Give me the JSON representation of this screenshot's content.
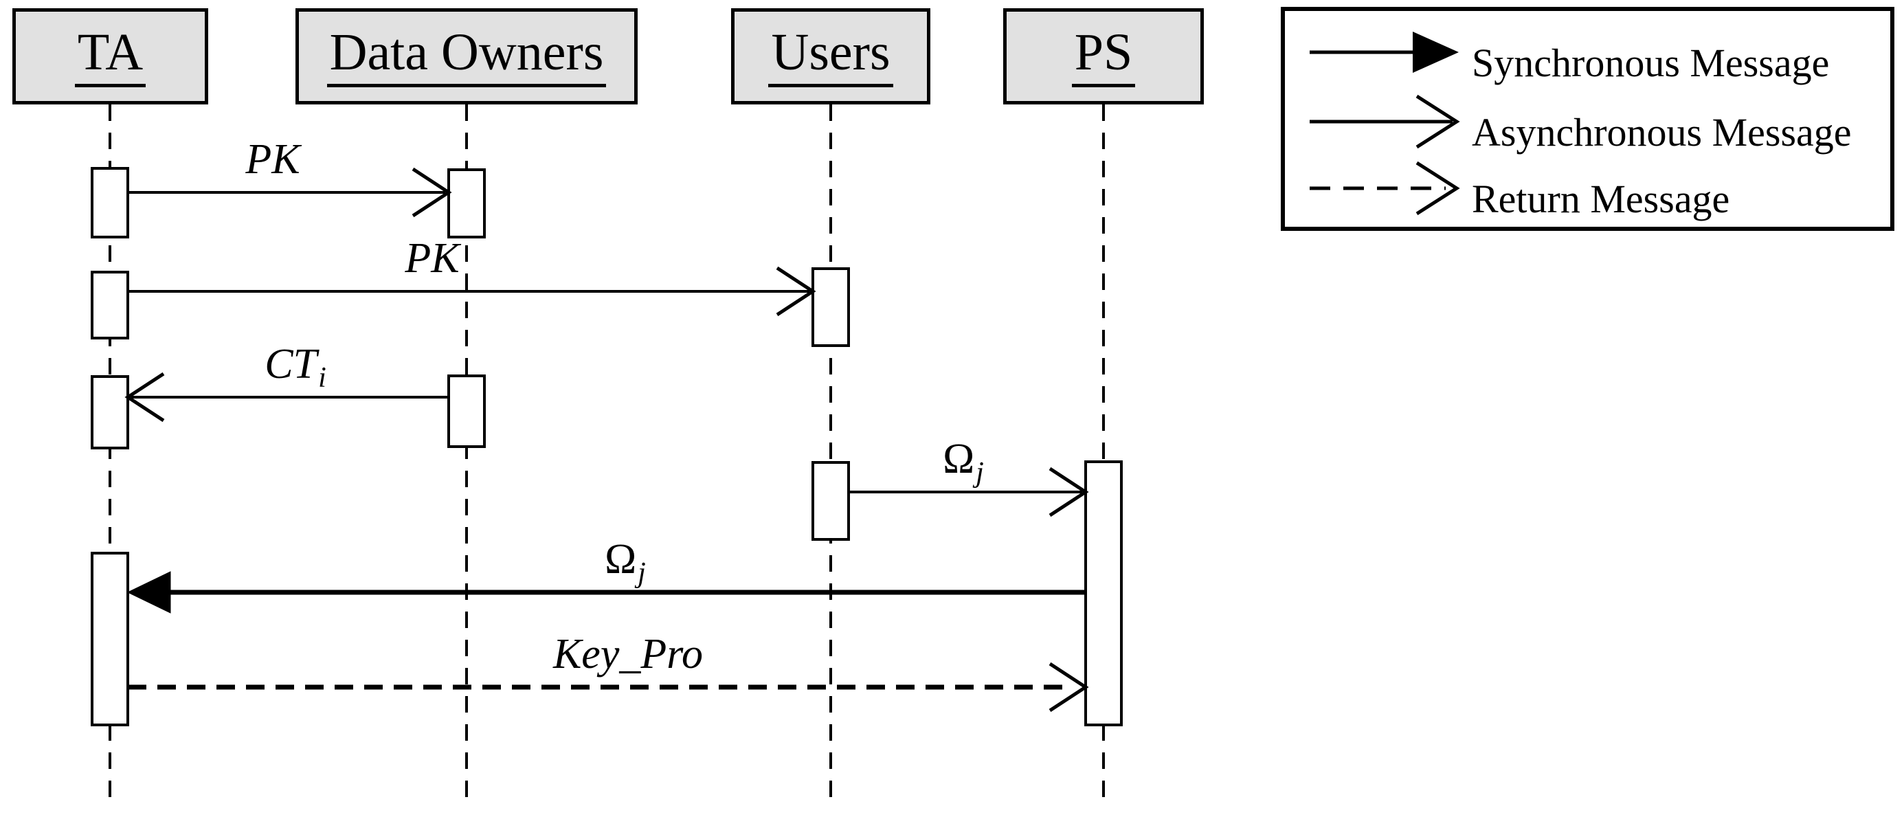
{
  "actors": [
    {
      "id": "ta",
      "label": "TA"
    },
    {
      "id": "data-owners",
      "label": "Data Owners"
    },
    {
      "id": "users",
      "label": "Users"
    },
    {
      "id": "ps",
      "label": "PS"
    }
  ],
  "messages": [
    {
      "label": "PK",
      "sub": "",
      "from": "TA",
      "to": "Data Owners",
      "kind": "asynchronous"
    },
    {
      "label": "PK",
      "sub": "",
      "from": "TA",
      "to": "Users",
      "kind": "asynchronous"
    },
    {
      "label": "CT",
      "sub": "i",
      "from": "Data Owners",
      "to": "TA",
      "kind": "asynchronous"
    },
    {
      "label": "Ω",
      "sub": "j",
      "from": "Users",
      "to": "PS",
      "kind": "asynchronous"
    },
    {
      "label": "Ω",
      "sub": "j",
      "from": "PS",
      "to": "TA",
      "kind": "synchronous"
    },
    {
      "label": "Key_Pro",
      "sub": "",
      "from": "TA",
      "to": "PS",
      "kind": "return"
    }
  ],
  "legend": {
    "items": [
      {
        "label": "Synchronous Message",
        "line": "solid",
        "arrowhead": "filled"
      },
      {
        "label": "Asynchronous Message",
        "line": "solid",
        "arrowhead": "open"
      },
      {
        "label": "Return Message",
        "line": "dashed",
        "arrowhead": "open"
      }
    ]
  },
  "colors": {
    "background": "#ffffff",
    "actor_fill": "#e1e1e1",
    "stroke": "#000000"
  }
}
